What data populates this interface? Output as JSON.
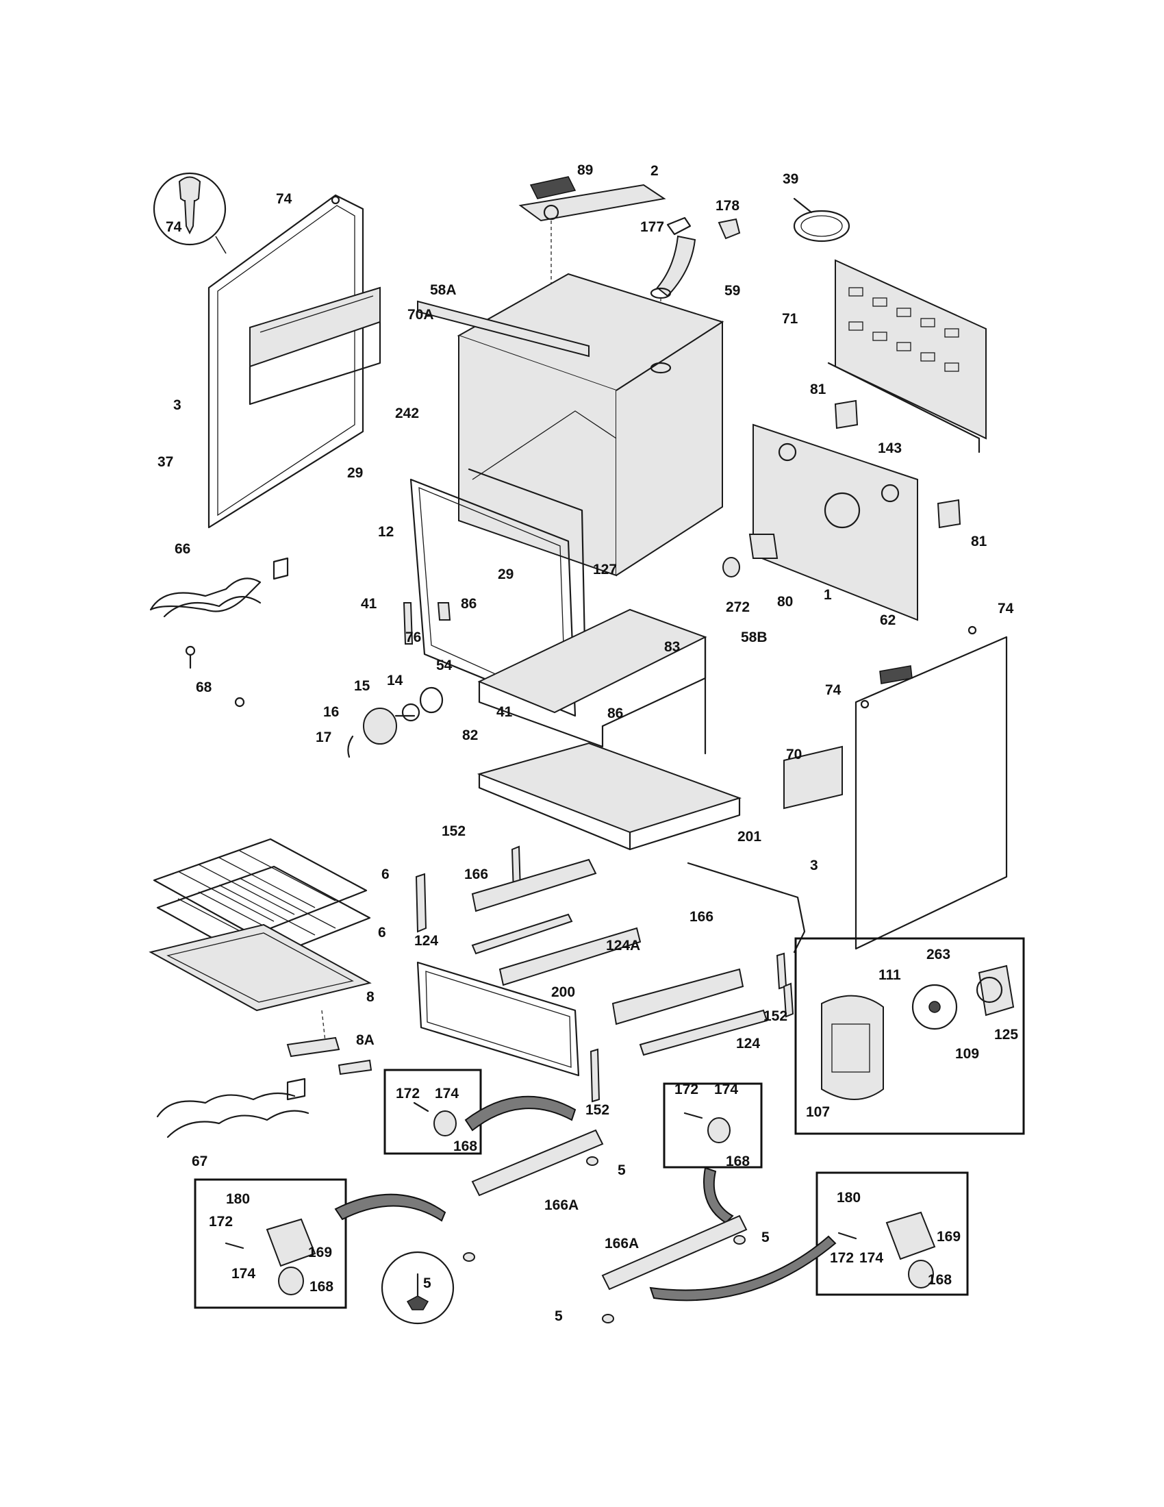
{
  "labels": [
    "89",
    "2",
    "39",
    "74",
    "74",
    "178",
    "177",
    "59",
    "58A",
    "70A",
    "71",
    "3",
    "242",
    "81",
    "143",
    "37",
    "29",
    "12",
    "81",
    "66",
    "127",
    "29",
    "272",
    "80",
    "1",
    "74",
    "41",
    "86",
    "76",
    "83",
    "58B",
    "62",
    "68",
    "54",
    "14",
    "15",
    "74",
    "16",
    "41",
    "86",
    "17",
    "82",
    "70",
    "152",
    "201",
    "6",
    "166",
    "3",
    "166",
    "124",
    "124A",
    "6",
    "263",
    "111",
    "8",
    "200",
    "125",
    "152",
    "124",
    "109",
    "8A",
    "172",
    "174",
    "152",
    "172",
    "174",
    "107",
    "168",
    "168",
    "5",
    "67",
    "180",
    "166A",
    "180",
    "172",
    "169",
    "174",
    "5",
    "168",
    "166A",
    "169",
    "172",
    "174",
    "5",
    "168",
    "5"
  ]
}
